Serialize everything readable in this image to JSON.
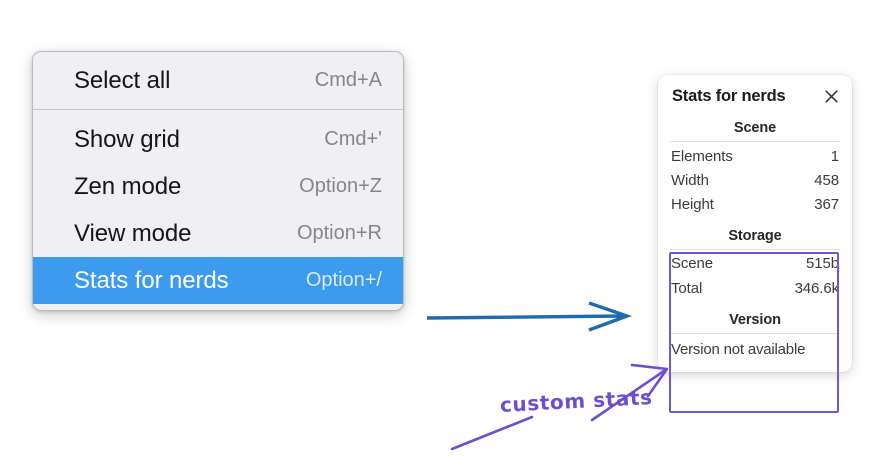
{
  "context_menu": {
    "name": "context-menu",
    "groups": [
      {
        "items": [
          {
            "label": "Select all",
            "shortcut": "Cmd+A",
            "selected": false,
            "name": "select-all"
          }
        ]
      },
      {
        "items": [
          {
            "label": "Show grid",
            "shortcut": "Cmd+'",
            "selected": false,
            "name": "show-grid"
          },
          {
            "label": "Zen mode",
            "shortcut": "Option+Z",
            "selected": false,
            "name": "zen-mode"
          },
          {
            "label": "View mode",
            "shortcut": "Option+R",
            "selected": false,
            "name": "view-mode"
          },
          {
            "label": "Stats for nerds",
            "shortcut": "Option+/",
            "selected": true,
            "name": "stats-for-nerds"
          }
        ]
      }
    ]
  },
  "stats_panel": {
    "title": "Stats for nerds",
    "close_icon": "close-icon",
    "sections": [
      {
        "heading": "Scene",
        "name": "scene",
        "rows": [
          {
            "key": "Elements",
            "value": "1"
          },
          {
            "key": "Width",
            "value": "458"
          },
          {
            "key": "Height",
            "value": "367"
          }
        ]
      },
      {
        "heading": "Storage",
        "name": "storage",
        "rows": [
          {
            "key": "Scene",
            "value": "515b"
          },
          {
            "key": "Total",
            "value": "346.6k"
          }
        ]
      },
      {
        "heading": "Version",
        "name": "version",
        "rows": [],
        "note": "Version not available"
      }
    ]
  },
  "annotations": {
    "label": "custom stats",
    "blue_arrow": "blue-arrow",
    "purple_arrow": "purple-arrow",
    "purple_underline": "purple-underline-stroke",
    "highlight_box": "custom-stats-highlight-box"
  },
  "colors": {
    "menu_background": "#f0f0f2",
    "menu_border": "#b7bcc2",
    "selection_blue": "#3d9bef",
    "shortcut_gray": "#83868c",
    "panel_white": "#ffffff",
    "annotation_purple": "#6b4fd3",
    "highlight_purple": "#7555d8",
    "arrow_blue": "#1f6bb0"
  }
}
